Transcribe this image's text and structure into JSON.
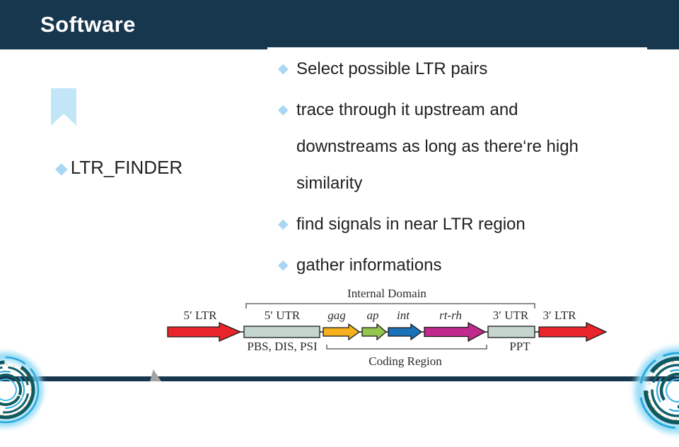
{
  "slide": {
    "title": "Software",
    "topic_label": "LTR_FINDER",
    "bullets": [
      "Select possible LTR pairs",
      "trace through it upstream and downstreams as long as there‘re high similarity",
      "find signals in near LTR region",
      "gather informations"
    ]
  },
  "figure": {
    "internal_domain_label": "Internal Domain",
    "coding_region_label": "Coding Region",
    "labels": {
      "ltr5": "5′ LTR",
      "utr5": "5′ UTR",
      "gag": "gag",
      "ap": "ap",
      "int": "int",
      "rtrh": "rt-rh",
      "utr3": "3′ UTR",
      "ltr3": "3′ LTR",
      "pbs": "PBS, DIS, PSI",
      "ppt": "PPT"
    },
    "colors": {
      "ltr": "#e8252a",
      "utr": "#c3d5cd",
      "gag": "#f5b01e",
      "ap": "#94c54f",
      "int": "#1c72b8",
      "rtrh": "#c02a8c"
    }
  },
  "theme": {
    "header_bg": "#16374d",
    "bullet_glyph": "◆",
    "bullet_color": "#a8d7f3",
    "bookmark_color": "#c3e5f8"
  }
}
